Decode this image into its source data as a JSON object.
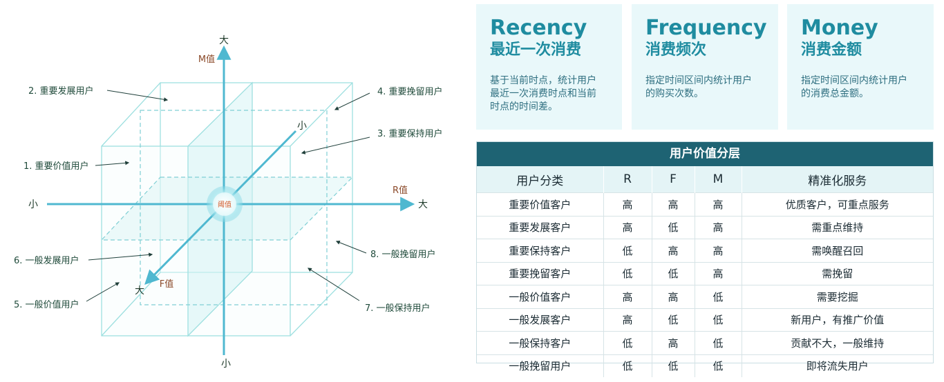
{
  "diagram": {
    "axis_labels": {
      "top": "大",
      "bottom": "小",
      "left": "小",
      "right": "大",
      "f_small": "小",
      "f_big": "大",
      "m_name": "M值",
      "r_name": "R值",
      "f_name": "F值",
      "center": "阈值"
    },
    "segments": [
      "1. 重要价值用户",
      "2. 重要发展用户",
      "3. 重要保持用户",
      "4. 重要挽留用户",
      "5. 一般价值用户",
      "6. 一般发展用户",
      "7. 一般保持用户",
      "8. 一般挽留用户"
    ]
  },
  "cards": [
    {
      "en": "Recency",
      "cn": "最近一次消费",
      "desc": [
        "基于当前时点，统计用户",
        "最近一次消费时点和当前",
        "时点的时间差。"
      ]
    },
    {
      "en": "Frequency",
      "cn": "消费频次",
      "desc": [
        "指定时间区间内统计用户",
        "的购买次数。"
      ]
    },
    {
      "en": "Money",
      "cn": "消费金额",
      "desc": [
        "指定时间区间内统计用户",
        "的消费总金额。"
      ]
    }
  ],
  "table": {
    "title": "用户价值分层",
    "headers": [
      "用户分类",
      "R",
      "F",
      "M",
      "精准化服务"
    ],
    "rows": [
      [
        "重要价值客户",
        "高",
        "高",
        "高",
        "优质客户，可重点服务"
      ],
      [
        "重要发展客户",
        "高",
        "低",
        "高",
        "需重点维持"
      ],
      [
        "重要保持客户",
        "低",
        "高",
        "高",
        "需唤醒召回"
      ],
      [
        "重要挽留客户",
        "低",
        "低",
        "高",
        "需挽留"
      ],
      [
        "一般价值客户",
        "高",
        "高",
        "低",
        "需要挖掘"
      ],
      [
        "一般发展客户",
        "高",
        "低",
        "低",
        "新用户，有推广价值"
      ],
      [
        "一般保持客户",
        "低",
        "高",
        "低",
        "贡献不大，一般维持"
      ],
      [
        "一般挽留用户",
        "低",
        "低",
        "低",
        "即将流失用户"
      ]
    ]
  },
  "colors": {
    "cube_edge": "#9ee0e0",
    "axis": "#4fb8d0",
    "card_bg": "#e9f8fa",
    "card_title": "#1f8ca0",
    "table_header": "#1e6373",
    "table_subheader": "#e4f4f6",
    "axis_name": "#8b4a2a",
    "label_text": "#1f4a3a"
  }
}
